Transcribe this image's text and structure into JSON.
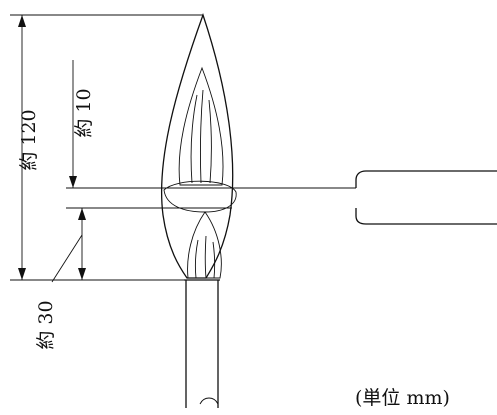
{
  "labels": {
    "total_height": "約 120",
    "gap": "約 10",
    "inner_cone": "約 30",
    "unit": "(単位 mm)"
  }
}
